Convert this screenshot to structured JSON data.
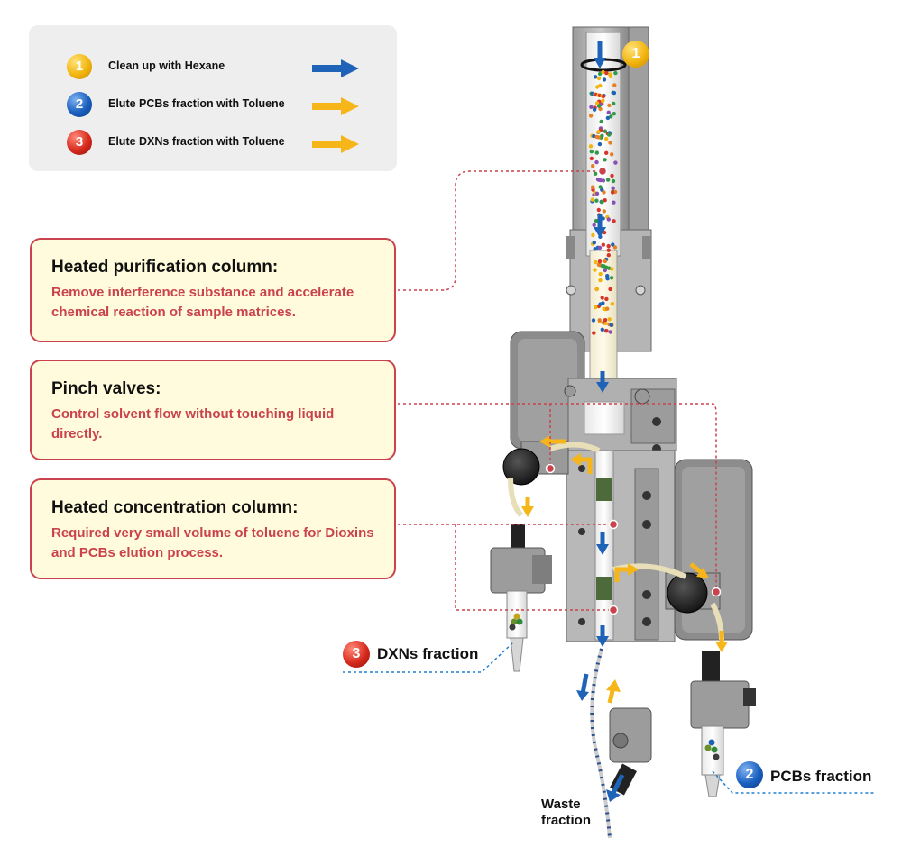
{
  "legend": {
    "items": [
      {
        "number": "1",
        "label": "Clean up with Hexane",
        "arrow_color": "#1e63b8",
        "badge_color": "#f2b50f"
      },
      {
        "number": "2",
        "label": "Elute PCBs fraction with Toluene",
        "arrow_color": "#f6b519",
        "badge_color": "#1a5fbf"
      },
      {
        "number": "3",
        "label": "Elute DXNs fraction with Toluene",
        "arrow_color": "#f6b519",
        "badge_color": "#d72a1c"
      }
    ]
  },
  "callouts": [
    {
      "title": "Heated purification column:",
      "description": "Remove interference substance and accelerate chemical reaction of sample matrices."
    },
    {
      "title": "Pinch valves:",
      "description": "Control solvent flow without touching liquid directly."
    },
    {
      "title": "Heated concentration column:",
      "description": "Required very small volume of toluene for Dioxins and PCBs elution process."
    }
  ],
  "fractions": {
    "dxns": {
      "number": "3",
      "label": "DXNs fraction"
    },
    "pcbs": {
      "number": "2",
      "label": "PCBs fraction"
    },
    "waste": {
      "line1": "Waste",
      "line2": "fraction"
    }
  },
  "column_badge": "1",
  "colors": {
    "accent_red": "#c9424e",
    "hexane_blue": "#1e63b8",
    "toluene_yellow": "#f6b519",
    "callout_bg": "#fffbdc"
  }
}
